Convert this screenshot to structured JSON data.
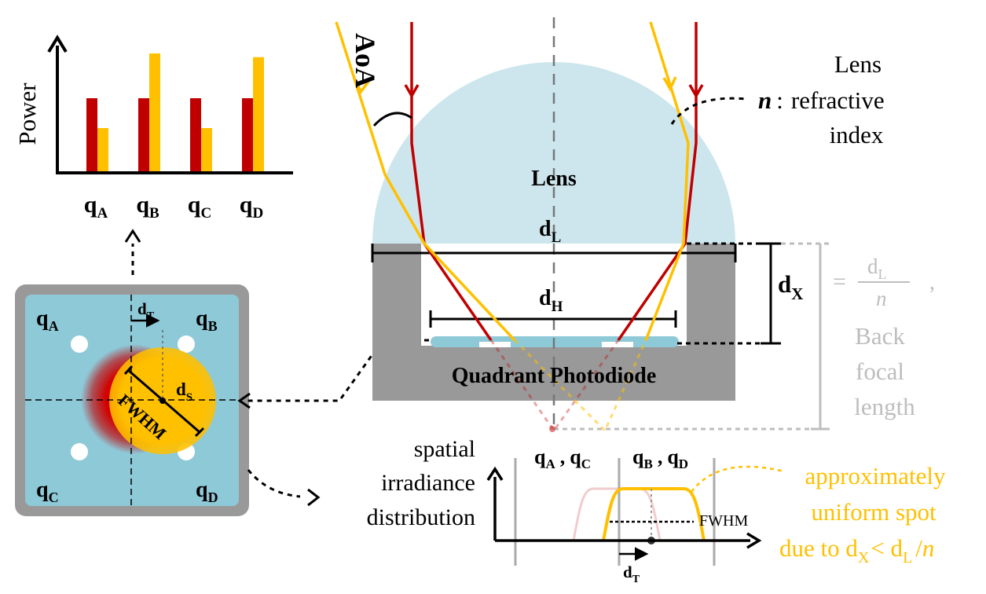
{
  "colors": {
    "red": "#c00000",
    "gold": "#ffc000",
    "lens": "#cde6ee",
    "housing": "#999999",
    "quadrant": "#8ec9d8",
    "gray_text": "#bdbdbd",
    "dark": "#000000"
  },
  "bar_chart": {
    "ylabel": "Power",
    "categories": [
      {
        "main": "q",
        "sub": "A"
      },
      {
        "main": "q",
        "sub": "B"
      },
      {
        "main": "q",
        "sub": "C"
      },
      {
        "main": "q",
        "sub": "D"
      }
    ],
    "series": [
      {
        "color": "red",
        "values": [
          1.0,
          1.0,
          1.0,
          1.0
        ]
      },
      {
        "color": "gold",
        "values": [
          0.6,
          1.6,
          0.6,
          1.55
        ]
      }
    ]
  },
  "detector": {
    "labels": [
      {
        "main": "q",
        "sub": "A"
      },
      {
        "main": "q",
        "sub": "B"
      },
      {
        "main": "q",
        "sub": "C"
      },
      {
        "main": "q",
        "sub": "D"
      }
    ],
    "dT": {
      "main": "d",
      "sub": "T"
    },
    "dS": {
      "main": "d",
      "sub": "S"
    },
    "fwhm": "FWHM"
  },
  "cross_section": {
    "aoa": "AoA",
    "lens": "Lens",
    "quadrant_photodiode": "Quadrant Photodiode",
    "dL": {
      "main": "d",
      "sub": "L"
    },
    "dH": {
      "main": "d",
      "sub": "H"
    },
    "dX": {
      "main": "d",
      "sub": "X"
    }
  },
  "annotation_lens": {
    "line1": "Lens",
    "n": "n",
    "colon": ":",
    "refractive": "refractive",
    "index": "index"
  },
  "annotation_bfl": {
    "eq": "=",
    "numerator": {
      "main": "d",
      "sub": "L"
    },
    "denominator": "n",
    "comma": ",",
    "line1": "Back",
    "line2": "focal",
    "line3": "length"
  },
  "irradiance": {
    "label_lines": [
      "spatial",
      "irradiance",
      "distribution"
    ],
    "left_pair": {
      "a": "q",
      "a_sub": "A",
      "sep": ",",
      "b": "q",
      "b_sub": "C"
    },
    "right_pair": {
      "a": "q",
      "a_sub": "B",
      "sep": ",",
      "b": "q",
      "b_sub": "D"
    },
    "fwhm": "FWHM",
    "dT": {
      "main": "d",
      "sub": "T"
    }
  },
  "uniform_note": {
    "line1": "approximately",
    "line2": "uniform spot",
    "line3_prefix": "due to d",
    "line3_sub1": "X",
    "line3_mid": "< d",
    "line3_sub2": "L",
    "line3_slash": "/",
    "line3_n": "n"
  }
}
